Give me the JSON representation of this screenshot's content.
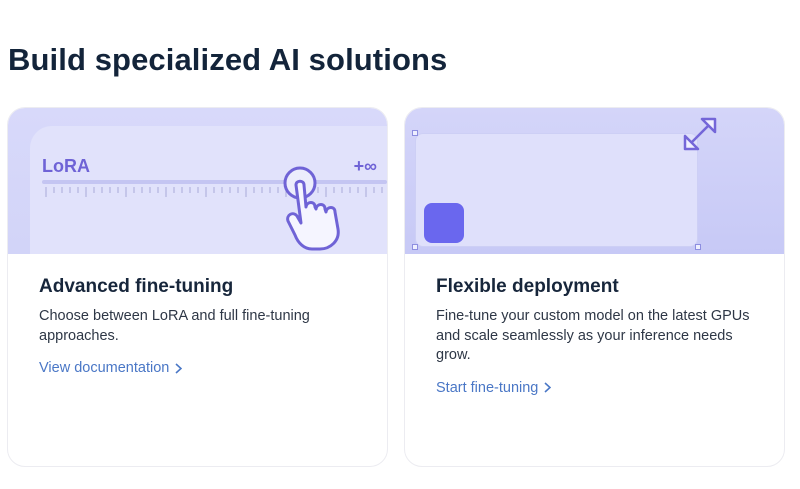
{
  "page": {
    "title": "Build specialized AI solutions"
  },
  "cards": [
    {
      "visual": {
        "left_label": "LoRA",
        "right_label": "+∞",
        "icon": "hand-pointer-icon",
        "accent": "#6f63d6"
      },
      "title": "Advanced fine-tuning",
      "description": "Choose between LoRA and full fine-tuning approaches.",
      "link": "View documentation"
    },
    {
      "visual": {
        "icon": "resize-arrows-icon",
        "square_color": "#6a67ee"
      },
      "title": "Flexible deployment",
      "description": "Fine-tune your custom model on the latest GPUs and scale seamlessly as your inference needs grow.",
      "link": "Start fine-tuning"
    }
  ],
  "colors": {
    "title": "#13243a",
    "link": "#4a77c6",
    "visual_bg": "#d8d9fa"
  }
}
